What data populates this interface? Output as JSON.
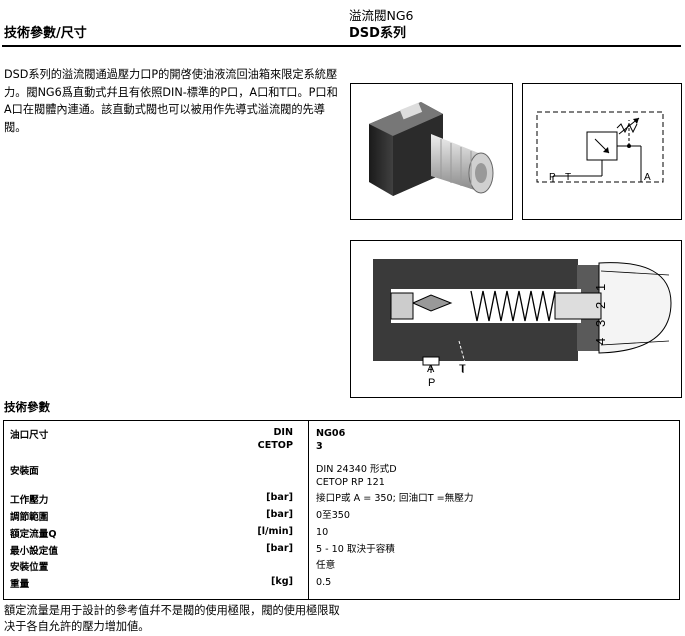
{
  "header": {
    "section_title": "技術參數/尺寸",
    "product_title": "溢流閥NG6",
    "product_series": "DSD系列"
  },
  "intro": {
    "text": "DSD系列的溢流閥通過壓力口P的開啓使油液流回油箱來限定系統壓力。閥NG6爲直動式幷且有依照DIN-標準的P口，A口和T口。P口和A口在閥體內連通。該直動式閥也可以被用作先導式溢流閥的先導閥。"
  },
  "symbol": {
    "port_p": "P",
    "port_t": "T",
    "port_a": "A"
  },
  "section_drawing": {
    "label_a": "A",
    "label_p": "P",
    "label_t": "T",
    "knob_numbers": [
      "1",
      "2",
      "3",
      "4"
    ]
  },
  "tech": {
    "title": "技術參數",
    "rows": [
      {
        "label": "油口尺寸",
        "unit": "DIN",
        "value": "NG06",
        "bold": true
      },
      {
        "label": "",
        "unit": "CETOP",
        "value": "3",
        "bold": true
      },
      {
        "label": "安裝面",
        "unit": "",
        "value": "DIN 24340 形式D",
        "bold": false
      },
      {
        "label": "",
        "unit": "",
        "value": "CETOP RP 121",
        "bold": false
      },
      {
        "label": "工作壓力",
        "unit": "[bar]",
        "value": "接口P或 A = 350; 回油口T =無壓力",
        "bold": false
      },
      {
        "label": "調節範圍",
        "unit": "[bar]",
        "value": "0至350",
        "bold": false
      },
      {
        "label": "額定流量Q",
        "unit": "[l/min]",
        "value": "10",
        "bold": false
      },
      {
        "label": "最小設定值",
        "unit": "[bar]",
        "value": "5 - 10 取決于容積",
        "bold": false
      },
      {
        "label": "安裝位置",
        "unit": "",
        "value": "任意",
        "bold": false
      },
      {
        "label": "重量",
        "unit": "[kg]",
        "value": "0.5",
        "bold": false
      }
    ]
  },
  "footnote": {
    "text": "額定流量是用于設計的參考值幷不是閥的使用極限，閥的使用極限取决于各自允許的壓力增加値。"
  }
}
